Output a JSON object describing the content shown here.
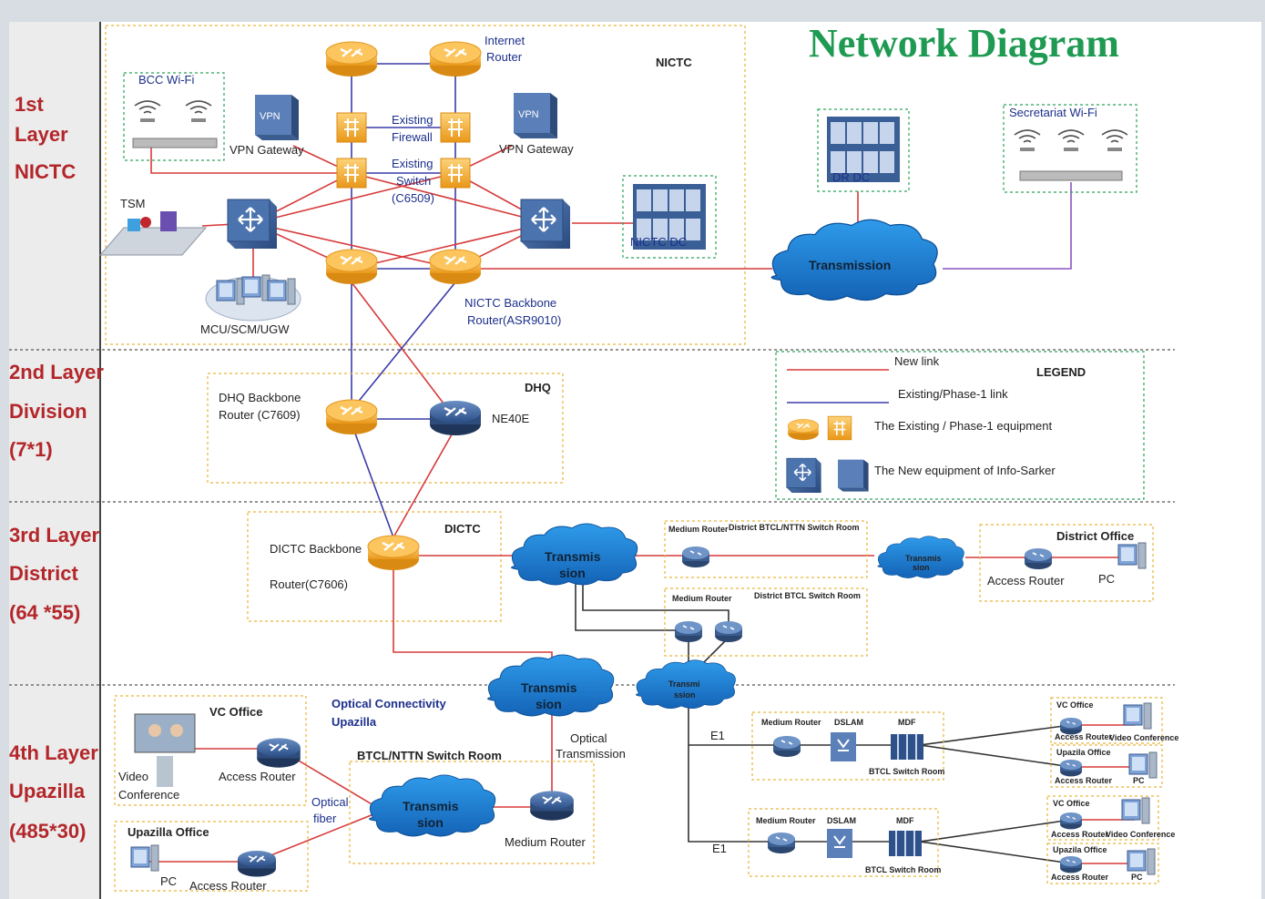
{
  "title": "Network Diagram",
  "layers": {
    "l1": {
      "line1": "1st",
      "line2": "Layer",
      "line3": "NICTC"
    },
    "l2": {
      "line1": "2nd Layer",
      "line2": "Division",
      "line3": "(7*1)"
    },
    "l3": {
      "line1": "3rd Layer",
      "line2": "District",
      "line3": "(64 *55)"
    },
    "l4": {
      "line1": "4th Layer",
      "line2": "Upazilla",
      "line3": "(485*30)"
    }
  },
  "nictc": {
    "zone": "NICTC",
    "bcc_wifi": "BCC Wi-Fi",
    "vpn_gateway_left": "VPN Gateway",
    "vpn_gateway_right": "VPN Gateway",
    "internet_router": [
      "Internet",
      "Router"
    ],
    "existing_firewall": [
      "Existing",
      "Firewall"
    ],
    "existing_switch": [
      "Existing",
      "Switch",
      "(C6509)"
    ],
    "tsm": "TSM",
    "mcu": "MCU/SCM/UGW",
    "nictc_dc": "NICTC DC",
    "backbone": [
      "NICTC Backbone",
      "Router(ASR9010)"
    ],
    "vpn_text": "VPN"
  },
  "right_top": {
    "dr_dc": "DR DC",
    "secretariat_wifi": "Secretariat Wi-Fi",
    "transmission": "Transmission"
  },
  "dhq": {
    "zone": "DHQ",
    "backbone": [
      "DHQ  Backbone",
      "Router (C7609)"
    ],
    "ne40e": "NE40E"
  },
  "legend": {
    "title": "LEGEND",
    "new_link": "New link",
    "existing_link": "Existing/Phase-1 link",
    "existing_equipment": "The Existing / Phase-1 equipment",
    "new_equipment": "The New equipment of Info-Sarker"
  },
  "dictc": {
    "zone": "DICTC",
    "backbone": [
      "DICTC Backbone",
      "Router(C7606)"
    ],
    "transmission_cloud": [
      "Transmis",
      "sion"
    ],
    "small_cloud": [
      "Transmis",
      "sion"
    ],
    "medium_router_label": "Medium Router",
    "switch_room": "District BTCL/NTTN Switch Room",
    "medium_router_label2": "Medium Router",
    "btcl_switch_room": "District BTCL Switch Room",
    "district_office": "District Office",
    "access_router": "Access Router",
    "pc": "PC"
  },
  "upazilla": {
    "vc_office": "VC Office",
    "video_conf": [
      "Video",
      "Conference"
    ],
    "access_router": "Access Router",
    "optical_connectivity": [
      "Optical Connectivity",
      "Upazilla"
    ],
    "optical_fiber": [
      "Optical",
      "fiber"
    ],
    "btcl_room": "BTCL/NTTN Switch Room",
    "transmission_cloud": [
      "Transmis",
      "sion"
    ],
    "medium_router": "Medium Router",
    "optical_transmission": [
      "Optical",
      "Transmission"
    ],
    "upazilla_office": "Upazilla Office",
    "pc": "PC",
    "access_router2": "Access Router",
    "cloud_center": [
      "Transmis",
      "sion"
    ],
    "cloud_right": [
      "Transmi",
      "ssion"
    ],
    "e1": "E1",
    "e1b": "E1",
    "rack": {
      "medium_router": "Medium Router",
      "dslam": "DSLAM",
      "mdf": "MDF",
      "btcl": "BTCL Switch Room"
    },
    "mini": {
      "vc_office": "VC Office",
      "upazila_office": "Upazila Office",
      "access_router": "Access Router",
      "video_conf": "Video Conference",
      "pc": "PC"
    }
  },
  "colors": {
    "new_link": "#d73a3a",
    "existing_link": "#3b3ba8",
    "title": "#1f9a52",
    "layer_text": "#b3262a",
    "zone_border": "#e9b43a",
    "green_border": "#2aa35b"
  }
}
